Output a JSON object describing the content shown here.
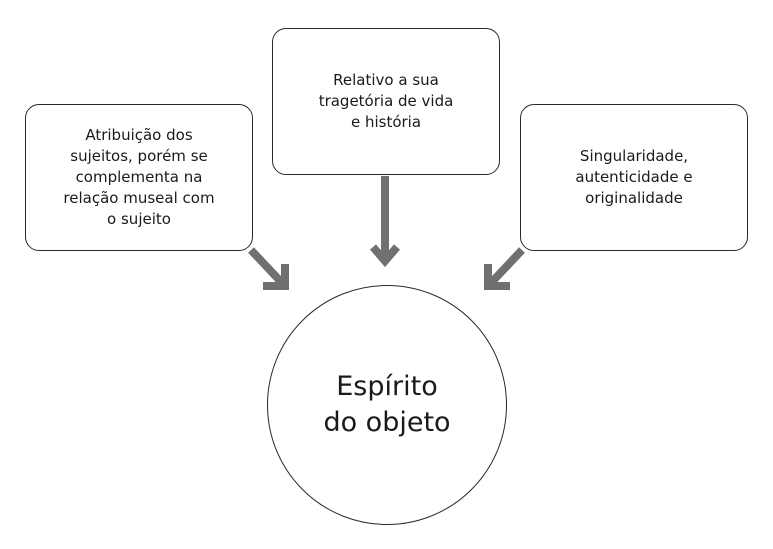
{
  "boxes": {
    "left": {
      "lines": [
        "Atribuição dos",
        "sujeitos, porém se",
        "complementa na",
        "relação museal com",
        "o sujeito"
      ]
    },
    "center": {
      "lines": [
        "Relativo a sua",
        "tragetória de vida",
        "e história"
      ]
    },
    "right": {
      "lines": [
        "Singularidade,",
        "autenticidade e",
        "originalidade"
      ]
    }
  },
  "center_node": {
    "lines": [
      "Espírito",
      "do objeto"
    ]
  },
  "colors": {
    "arrow": "#707070",
    "border": "#2a2a2a"
  }
}
